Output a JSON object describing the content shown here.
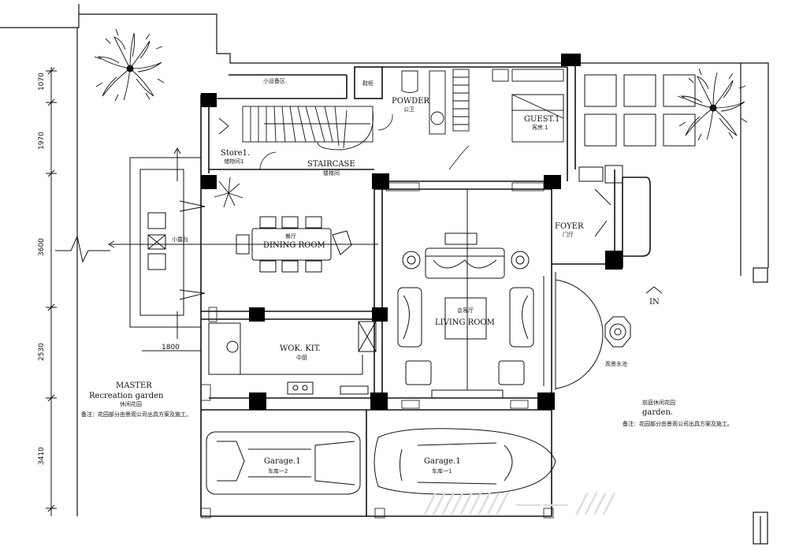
{
  "rooms": {
    "store": "Store1.",
    "store_cn": "储物间1",
    "staircase": "STAIRCASE",
    "staircase_cn": "楼梯间",
    "small_equipment_cn": "小设备区.",
    "hall_cn": "鞋柜",
    "powder": "POWDER",
    "powder_cn": "公卫",
    "guest": "GUEST.1",
    "guest_cn": "客房.1",
    "dining_cn": "餐厅",
    "dining": "DINING ROOM",
    "balcony_cn": "小露台",
    "foyer": "FOYER",
    "foyer_cn": "门厅",
    "living_cn": "会客厅",
    "living": "LIVING ROOM",
    "wok": "WOK. KIT.",
    "wok_cn": "中厨",
    "garage_left": "Garage.1",
    "garage_left_cn": "车库一2",
    "garage_right": "Garage.1",
    "garage_right_cn": "车库一1",
    "fountain_cn": "观景水池"
  },
  "gardens": {
    "master_title": "MASTER",
    "master_subtitle": "Recreation garden",
    "master_cn": "休闲花园",
    "master_note": "备注：花园部分由景观公司出具方案及施工。",
    "front_cn": "前庭休闲花园",
    "front_title": "garden.",
    "front_note": "备注：花园部分由景观公司出具方案及施工。"
  },
  "entry_label": "IN",
  "dimensions": {
    "d1": "1070",
    "d2": "1970",
    "d3": "3600",
    "d4": "2530",
    "d5": "3410",
    "h1": "1800"
  },
  "colors": {
    "line": "#111111",
    "wall": "#000000",
    "watermark": "#d8dde3"
  }
}
